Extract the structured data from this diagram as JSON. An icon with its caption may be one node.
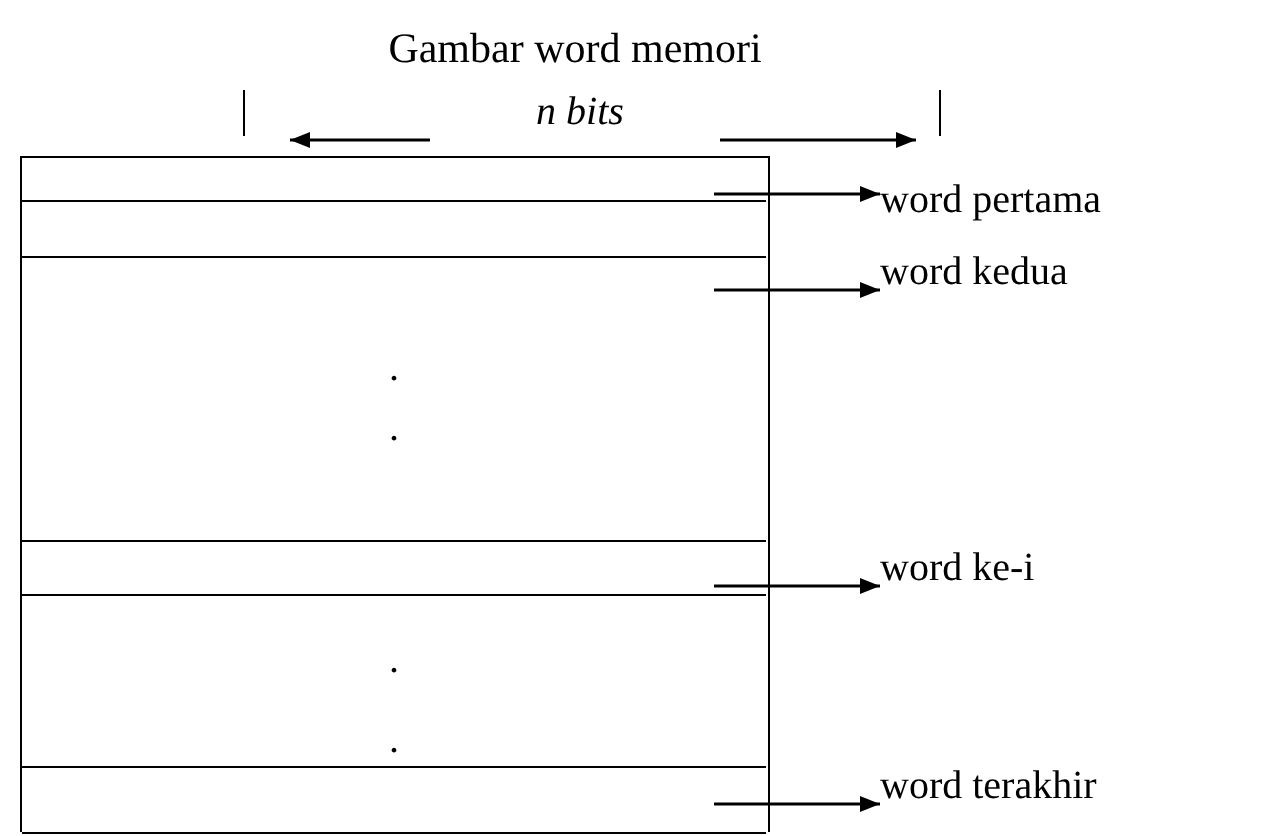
{
  "diagram": {
    "title": "Gambar word memori",
    "nodes": [
      {
        "text": [],
        "shape": "box"
      },
      {
        "text": [],
        "shape": "box",
        "in": 0
      },
      {
        "text": [],
        "shape": "box",
        "in": 0
      },
      {
        "text": [
          ".",
          "."
        ],
        "in": 0
      },
      {
        "text": [],
        "shape": "box",
        "in": 0
      },
      {
        "text": [
          ".",
          "."
        ],
        "in": 0
      },
      {
        "text": [],
        "shape": "box",
        "in": 0
      },
      {
        "text": [
          "word pertama"
        ]
      },
      {
        "text": [
          "word kedua"
        ]
      },
      {
        "text": [
          "word ke-i"
        ]
      },
      {
        "text": [
          "word terakhir"
        ]
      }
    ],
    "edges": [
      {
        "from": 1,
        "to": 7,
        "arrow": "to"
      },
      {
        "from": 3,
        "to": 8,
        "arrow": "to"
      },
      {
        "from": 4,
        "to": 9,
        "arrow": "to"
      },
      {
        "from": 6,
        "to": 10,
        "arrow": "to"
      }
    ],
    "labels": [
      "n bits"
    ]
  }
}
